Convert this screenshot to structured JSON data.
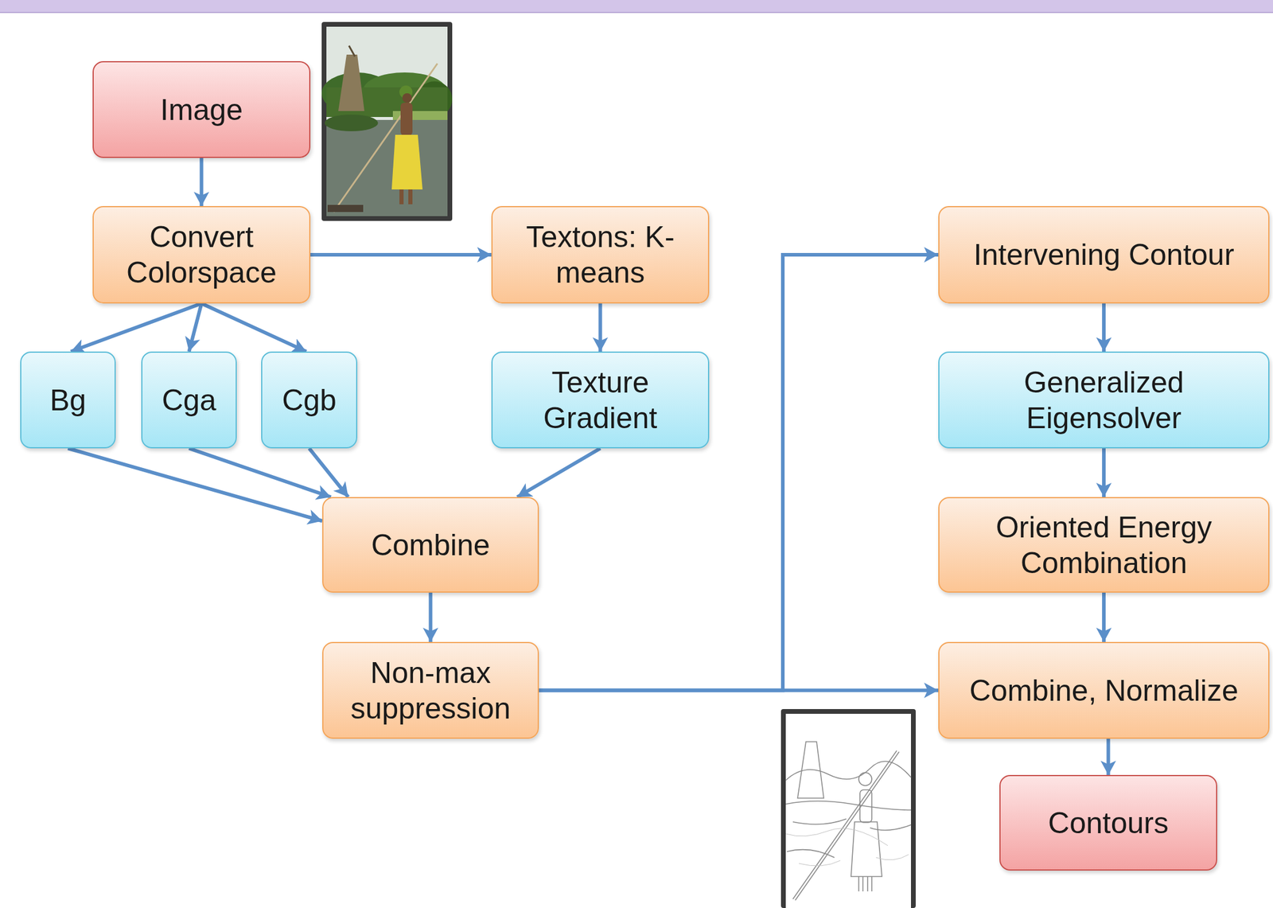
{
  "diagram": {
    "nodes": [
      {
        "text": [
          "Image"
        ]
      },
      {
        "text": [
          "Convert Colorspace"
        ]
      },
      {
        "text": [
          "Textons: K-means"
        ]
      },
      {
        "text": [
          "Bg"
        ]
      },
      {
        "text": [
          "Cga"
        ]
      },
      {
        "text": [
          "Cgb"
        ]
      },
      {
        "text": [
          "Texture Gradient"
        ]
      },
      {
        "text": [
          "Combine"
        ]
      },
      {
        "text": [
          "Non-max suppression"
        ]
      },
      {
        "text": [
          "Intervening Contour"
        ]
      },
      {
        "text": [
          "Generalized Eigensolver"
        ]
      },
      {
        "text": [
          "Oriented Energy Combination"
        ]
      },
      {
        "text": [
          "Combine, Normalize"
        ]
      },
      {
        "text": [
          "Contours"
        ]
      }
    ],
    "edges": [
      {
        "from": 0,
        "to": 1,
        "arrow": "to"
      },
      {
        "from": 1,
        "to": 2,
        "arrow": "to"
      },
      {
        "from": 1,
        "to": 3,
        "arrow": "to"
      },
      {
        "from": 1,
        "to": 4,
        "arrow": "to"
      },
      {
        "from": 1,
        "to": 5,
        "arrow": "to"
      },
      {
        "from": 2,
        "to": 6,
        "arrow": "to"
      },
      {
        "from": 3,
        "to": 7,
        "arrow": "to"
      },
      {
        "from": 4,
        "to": 7,
        "arrow": "to"
      },
      {
        "from": 5,
        "to": 7,
        "arrow": "to"
      },
      {
        "from": 6,
        "to": 7,
        "arrow": "to"
      },
      {
        "from": 7,
        "to": 8,
        "arrow": "to"
      },
      {
        "from": 8,
        "to": 9,
        "arrow": "to"
      },
      {
        "from": 8,
        "to": 12,
        "arrow": "to"
      },
      {
        "from": 9,
        "to": 10,
        "arrow": "to"
      },
      {
        "from": 10,
        "to": 11,
        "arrow": "to"
      },
      {
        "from": 11,
        "to": 12,
        "arrow": "to"
      },
      {
        "from": 12,
        "to": 13,
        "arrow": "to"
      }
    ]
  }
}
